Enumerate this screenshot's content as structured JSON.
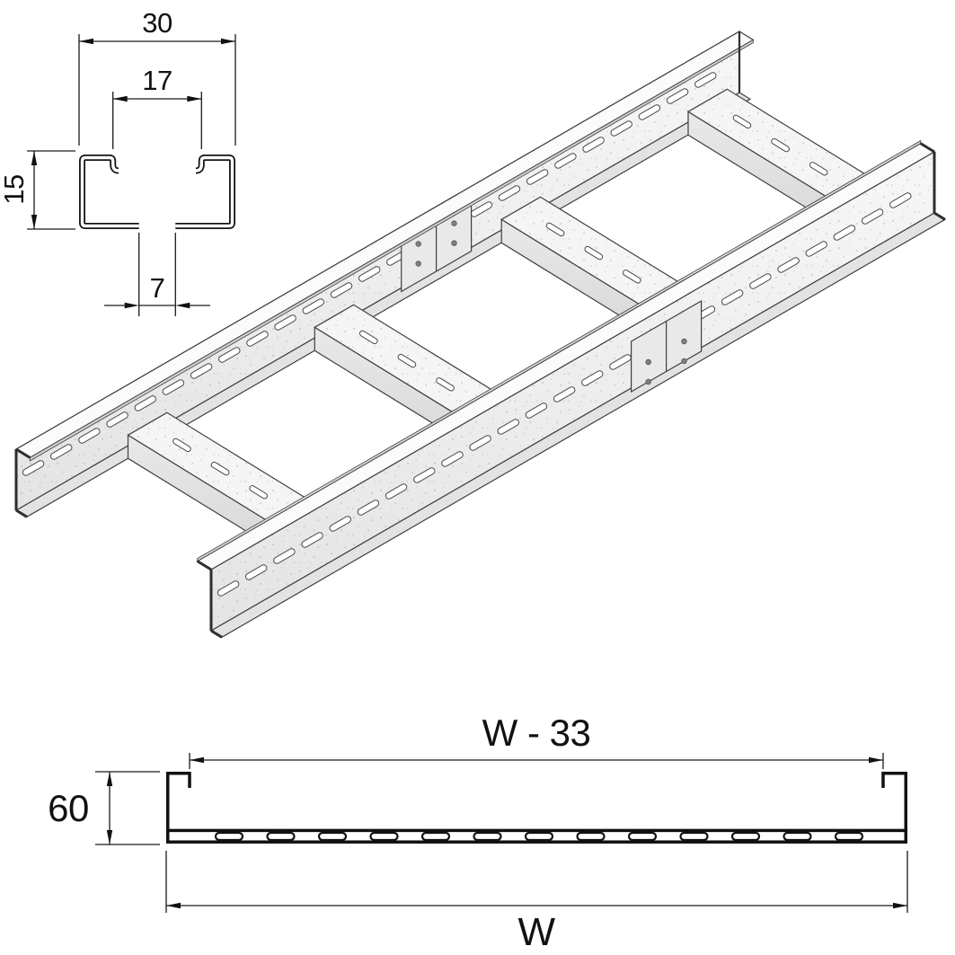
{
  "drawing": {
    "background_color": "#ffffff",
    "line_color": "#1a1a1a",
    "metal_light": "#f6f6f6",
    "metal_mid": "#e7e7e7",
    "metal_dark": "#d5d5d5"
  },
  "rung_profile_detail": {
    "outer_width": "30",
    "opening_width": "17",
    "height": "15",
    "bottom_slot_width": "7"
  },
  "cross_section": {
    "usable_width": "W - 33",
    "side_rail_height": "60",
    "overall_width": "W"
  }
}
